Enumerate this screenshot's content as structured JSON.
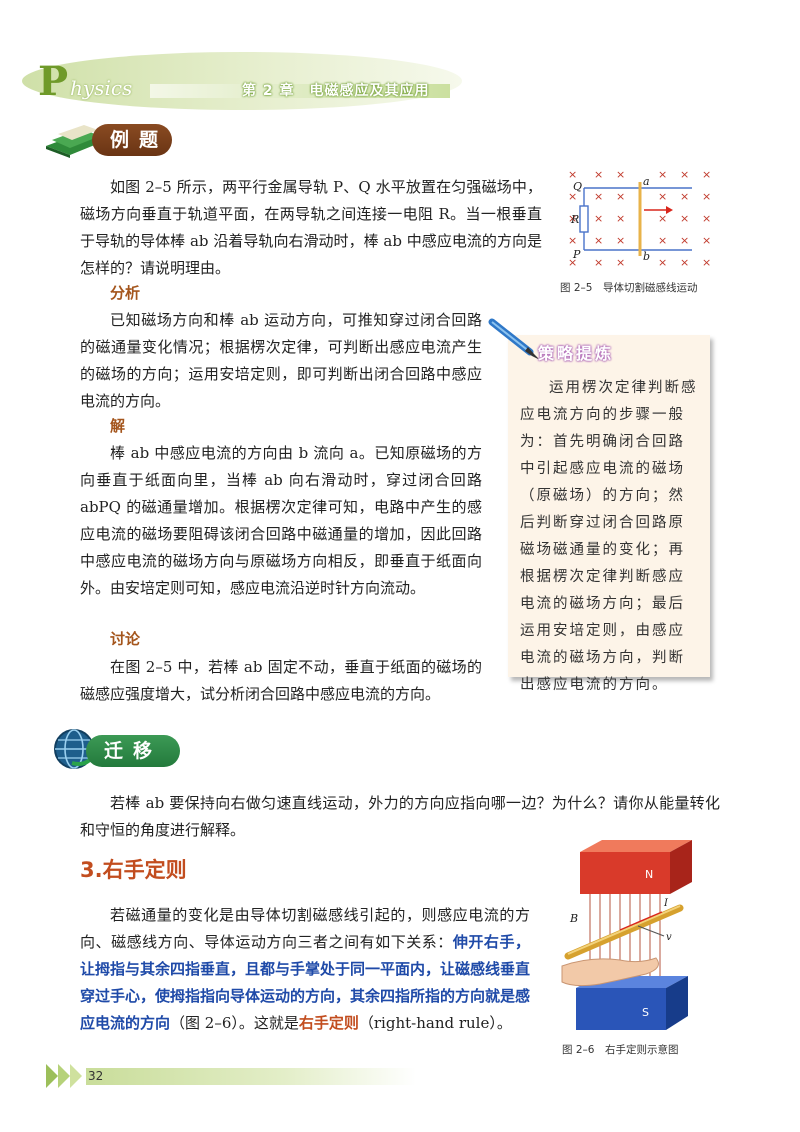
{
  "header": {
    "logo_letter": "P",
    "logo_rest": "hysics",
    "chapter": "第 2 章　电磁感应及其应用"
  },
  "example": {
    "tag": "例题",
    "question": "如图 2–5 所示，两平行金属导轨 P、Q 水平放置在匀强磁场中，磁场方向垂直于轨道平面，在两导轨之间连接一电阻 R。当一根垂直于导轨的导体棒 ab 沿着导轨向右滑动时，棒 ab 中感应电流的方向是怎样的？请说明理由。",
    "analysis_title": "分析",
    "analysis": "已知磁场方向和棒 ab 运动方向，可推知穿过闭合回路的磁通量变化情况；根据楞次定律，可判断出感应电流产生的磁场的方向；运用安培定则，即可判断出闭合回路中感应电流的方向。",
    "solution_title": "解",
    "solution": "棒 ab 中感应电流的方向由 b 流向 a。已知原磁场的方向垂直于纸面向里，当棒 ab 向右滑动时，穿过闭合回路 abPQ 的磁通量增加。根据楞次定律可知，电路中产生的感应电流的磁场要阻碍该闭合回路中磁通量的增加，因此回路中感应电流的磁场方向与原磁场方向相反，即垂直于纸面向外。由安培定则可知，感应电流沿逆时针方向流动。",
    "discussion_title": "讨论",
    "discussion": "在图 2–5 中，若棒 ab 固定不动，垂直于纸面的磁场的磁感应强度增大，试分析闭合回路中感应电流的方向。"
  },
  "figure_2_5": {
    "caption": "图 2–5　导体切割磁感线运动",
    "label_Q": "Q",
    "label_P": "P",
    "label_R": "R",
    "label_a": "a",
    "label_b": "b",
    "cross": "×",
    "line_color": "#4a73c9",
    "rod_color": "#e8b34a",
    "arrow_color": "#d9261c"
  },
  "tip": {
    "title": "策略提炼",
    "text": "运用楞次定律判断感应电流方向的步骤一般为：首先明确闭合回路中引起感应电流的磁场（原磁场）的方向；然后判断穿过闭合回路原磁场磁通量的变化；再根据楞次定律判断感应电流的磁场方向；最后运用安培定则，由感应电流的磁场方向，判断出感应电流的方向。"
  },
  "transfer": {
    "tag": "迁移",
    "text": "若棒 ab 要保持向右做匀速直线运动，外力的方向应指向哪一边？为什么？请你从能量转化和守恒的角度进行解释。"
  },
  "section3": {
    "title": "3.右手定则",
    "intro": "若磁通量的变化是由导体切割磁感线引起的，则感应电流的方向、磁感线方向、导体运动方向三者之间有如下关系：",
    "rule": "伸开右手，让拇指与其余四指垂直，且都与手掌处于同一平面内，让磁感线垂直穿过手心，使拇指指向导体运动的方向，其余四指所指的方向就是感应电流的方向",
    "after_rule": "（图 2–6）。这就是",
    "rule_name": "右手定则",
    "english": "（right-hand rule）。"
  },
  "figure_2_6": {
    "caption": "图 2–6　右手定则示意图",
    "label_N": "N",
    "label_S": "S",
    "label_B": "B",
    "label_I": "I",
    "label_v": "v",
    "north_color": "#d93a2a",
    "south_color": "#2a55b8"
  },
  "footer": {
    "page_number": "32"
  }
}
